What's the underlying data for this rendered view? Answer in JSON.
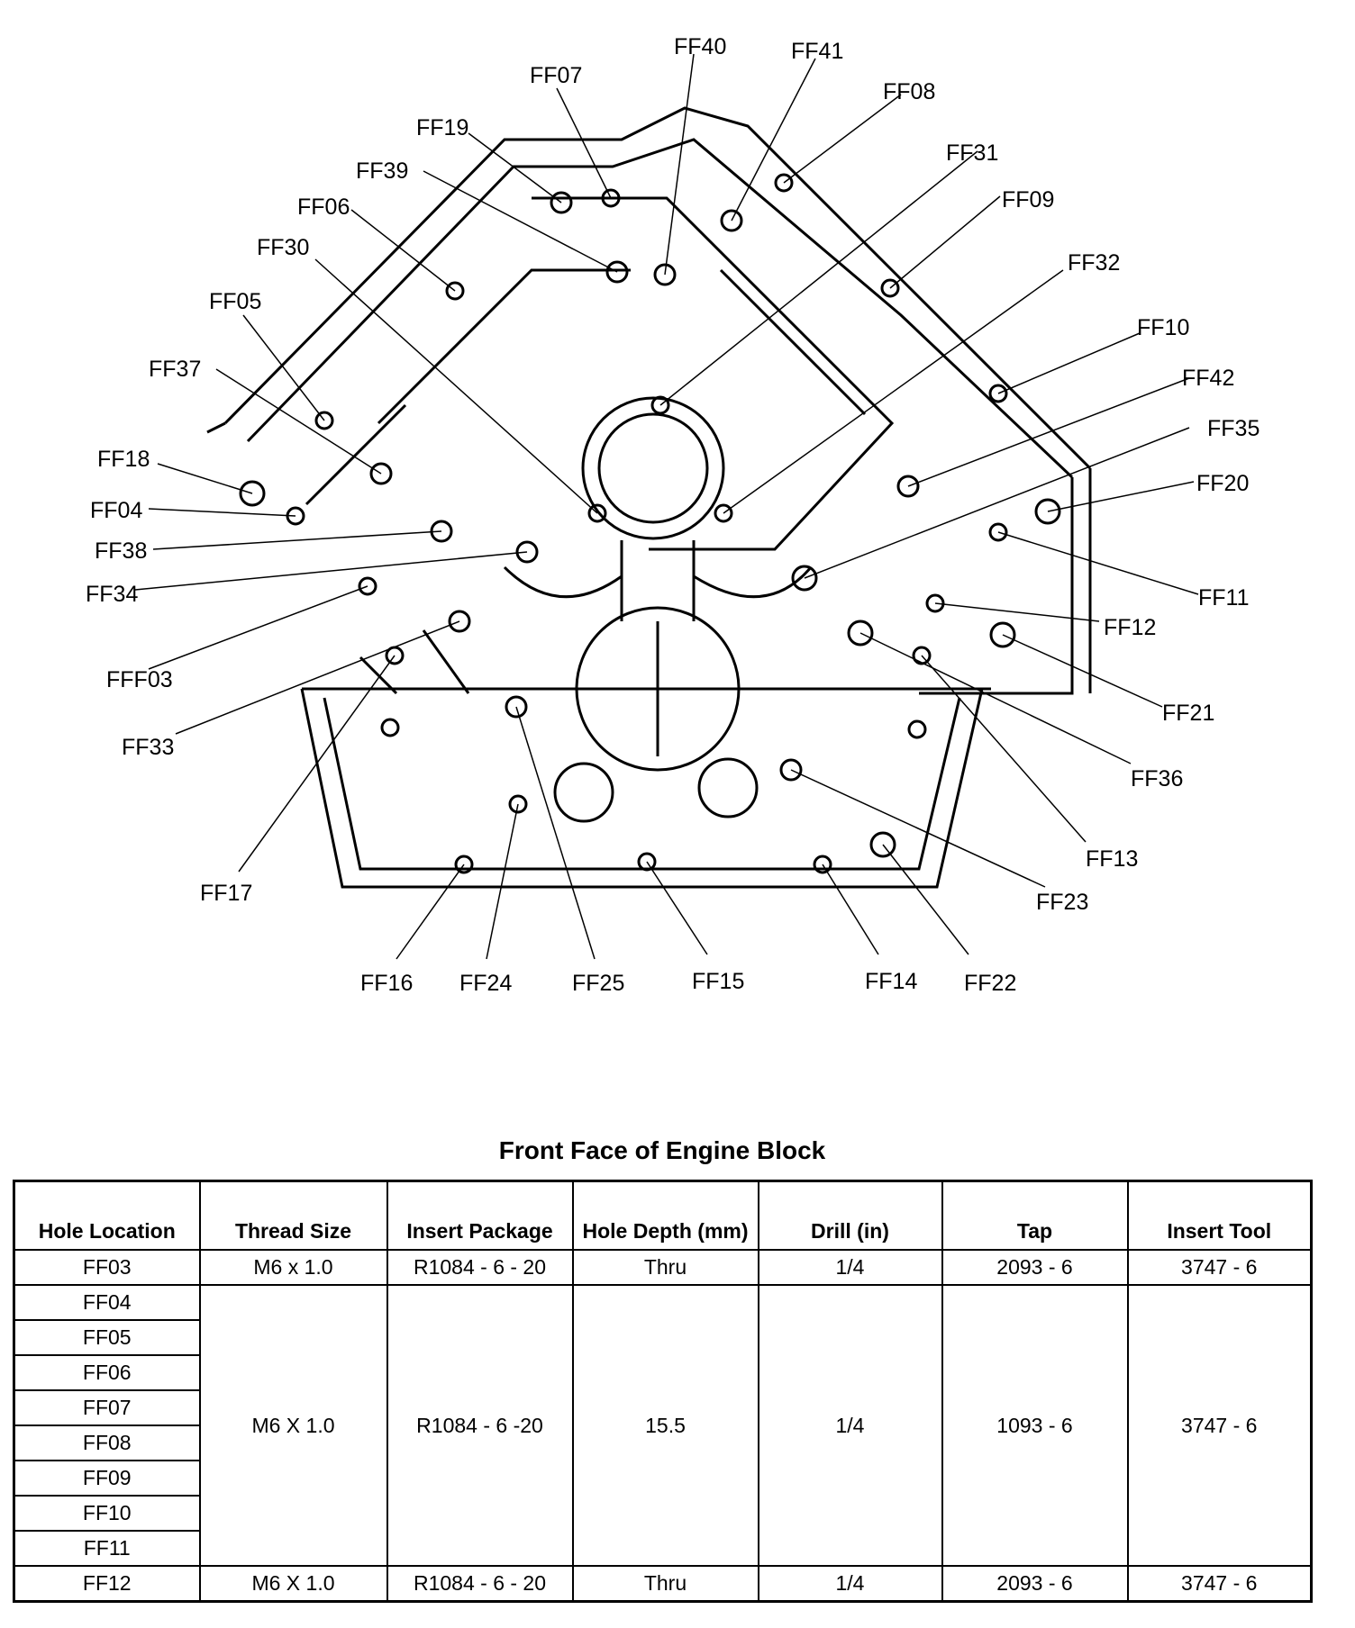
{
  "callouts": [
    "FF40",
    "FF41",
    "FF07",
    "FF08",
    "FF19",
    "FF31",
    "FF39",
    "FF09",
    "FF06",
    "FF30",
    "FF32",
    "FF10",
    "FF05",
    "FF42",
    "FF37",
    "FF35",
    "FF18",
    "FF20",
    "FF04",
    "FF11",
    "FF38",
    "FF34",
    "FF12",
    "FFF03",
    "FF21",
    "FF33",
    "FF36",
    "FF13",
    "FF17",
    "FF23",
    "FF16",
    "FF24",
    "FF25",
    "FF15",
    "FF14",
    "FF22"
  ],
  "table": {
    "title": "Front Face of Engine Block",
    "headers": [
      "Hole Location",
      "Thread Size",
      "Insert Package",
      "Hole Depth (mm)",
      "Drill (in)",
      "Tap",
      "Insert Tool"
    ],
    "first_row": {
      "location": "FF03",
      "thread": "M6 x 1.0",
      "insert_package": "R1084 - 6 - 20",
      "depth": "Thru",
      "drill": "1/4",
      "tap": "2093 - 6",
      "tool": "3747 - 6"
    },
    "group": {
      "locations": [
        "FF04",
        "FF05",
        "FF06",
        "FF07",
        "FF08",
        "FF09",
        "FF10",
        "FF11"
      ],
      "thread": "M6 X 1.0",
      "insert_package": "R1084 - 6 -20",
      "depth": "15.5",
      "drill": "1/4",
      "tap": "1093 - 6",
      "tool": "3747 - 6"
    },
    "last_row": {
      "location": "FF12",
      "thread": "M6 X 1.0",
      "insert_package": "R1084 - 6 - 20",
      "depth": "Thru",
      "drill": "1/4",
      "tap": "2093 - 6",
      "tool": "3747 - 6"
    }
  }
}
